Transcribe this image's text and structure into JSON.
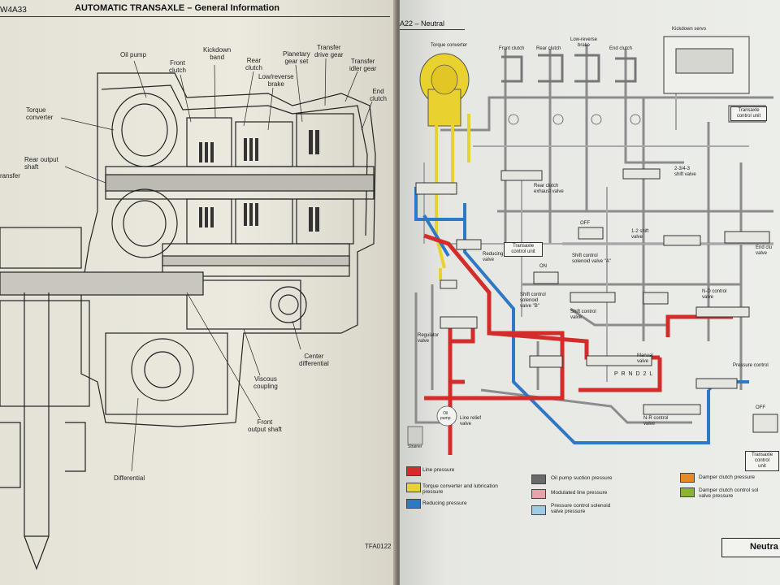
{
  "left_page": {
    "model_code": "W4A33",
    "header_title": "AUTOMATIC TRANSAXLE",
    "header_sep": " – ",
    "header_sub": "General Information",
    "figure_code": "TFA0122",
    "callouts": {
      "oil_pump": "Oil pump",
      "front_clutch": "Front\nclutch",
      "kickdown_band": "Kickdown\nband",
      "rear_clutch": "Rear\nclutch",
      "low_reverse_brake": "Low/reverse\nbrake",
      "planetary_gear_set": "Planetary\ngear set",
      "transfer_drive_gear": "Transfer\ndrive gear",
      "transfer_idler_gear": "Transfer\nidler gear",
      "end_clutch": "End\nclutch",
      "torque_converter": "Torque\nconverter",
      "rear_output_shaft": "Rear output\nshaft",
      "transfer": "ransfer",
      "center_differential": "Center\ndifferential",
      "viscous_coupling": "Viscous\ncoupling",
      "front_output_shaft": "Front\noutput shaft",
      "differential": "Differential"
    }
  },
  "right_page": {
    "header_code": "A22",
    "header_title": "Neutral",
    "bottom_tab": "Neutra",
    "labels": {
      "torque_converter": "Torque converter",
      "front_clutch": "Front clutch",
      "rear_clutch": "Rear clutch",
      "low_reverse_brake": "Low-reverse\nbrake",
      "end_clutch": "End clutch",
      "kickdown_servo": "Kickdown servo",
      "transaxle_control_unit_top": "Transaxle\ncontrol unit",
      "rear_clutch_exhaust_valve": "Rear clutch\nexhaust valve",
      "shift_234_3": "2-3/4-3\nshift valve",
      "off_top": "OFF",
      "transaxle_control_unit_mid": "Transaxle\ncontrol unit",
      "shift_control_solenoid_a": "Shift control\nsolenoid valve \"A\"",
      "reducing_valve": "Reducing\nvalve",
      "shift_12": "1-2 shift\nvalve",
      "end_clutch_valve": "End clu\nvalve",
      "on": "ON",
      "shift_control_solenoid_b": "Shift control\nsolenoid\nvalve \"B\"",
      "shift_control_valve": "Shift control\nvalve",
      "nd_control_valve": "N-D control\nvalve",
      "regulator_valve": "Regulator\nvalve",
      "manual_valve": "Manual\nvalve",
      "prnd2l": "P R N D 2 L",
      "pressure_control": "Pressure control",
      "oil_pump": "Oil\npump",
      "nr_control_valve": "N-R control\nvalve",
      "off_bottom": "OFF",
      "line_relief_valve": "Line relief\nvalve",
      "strainer": "Strainer",
      "transaxle_control_unit_bottom": "Transaxle\ncontrol\nunit"
    },
    "legend": [
      {
        "label": "Line pressure",
        "color": "#d42b2b"
      },
      {
        "label": "Torque converter and lubrication\npressure",
        "color": "#e8d23a"
      },
      {
        "label": "Reducing pressure",
        "color": "#2f78c4"
      },
      {
        "label": "Oil pump suction pressure",
        "color": "#6a6a6a"
      },
      {
        "label": "Modulated line pressure",
        "color": "#e9a3a8"
      },
      {
        "label": "Pressure control solenoid\nvalve pressure",
        "color": "#9fcbe4"
      },
      {
        "label": "Damper clutch pressure",
        "color": "#e88a24"
      },
      {
        "label": "Damper clutch control sol\nvalve pressure",
        "color": "#8db03a"
      }
    ]
  }
}
